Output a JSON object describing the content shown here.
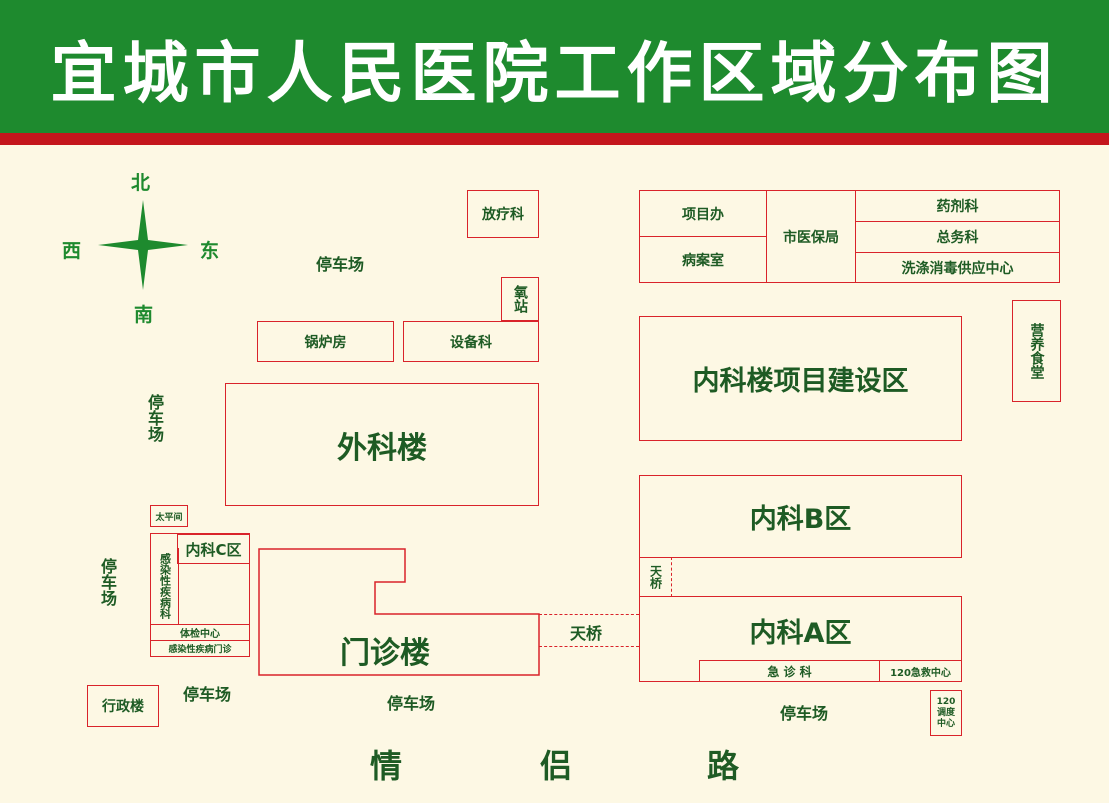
{
  "title": "宜城市人民医院工作区域分布图",
  "compass": {
    "north": "北",
    "south": "南",
    "west": "西",
    "east": "东"
  },
  "buildings": {
    "radiotherapy": "放疗科",
    "oxygen_station": "氧站",
    "boiler_room": "锅炉房",
    "equipment_dept": "设备科",
    "surgery_building": "外科楼",
    "mortuary": "太平间",
    "internal_c": "内科C区",
    "infectious_ward": "感染性疾病科",
    "checkup_center": "体检中心",
    "infectious_clinic": "感染性疾病门诊",
    "outpatient_building": "门诊楼",
    "admin_building": "行政楼",
    "project_office": "项目办",
    "records_room": "病案室",
    "medical_insurance": "市医保局",
    "pharmacy": "药剂科",
    "general_affairs": "总务科",
    "sterilization_center": "洗涤消毒供应中心",
    "canteen": "营养食堂",
    "internal_project_area": "内科楼项目建设区",
    "internal_b": "内科B区",
    "internal_a": "内科A区",
    "emergency": "急 诊 科",
    "emergency_120": "120急救中心",
    "dispatch_120": "120调度中心",
    "skybridge_small": "天桥",
    "skybridge": "天桥"
  },
  "parking": [
    "停车场",
    "停车场",
    "停车场",
    "停车场",
    "停车场",
    "停车场"
  ],
  "road": [
    "情",
    "侣",
    "路"
  ],
  "colors": {
    "header_green": "#1e8a2e",
    "stripe_red": "#c4161c",
    "border_red": "#d9232a",
    "text_green": "#1e5b24",
    "background": "#fdf8e4"
  }
}
